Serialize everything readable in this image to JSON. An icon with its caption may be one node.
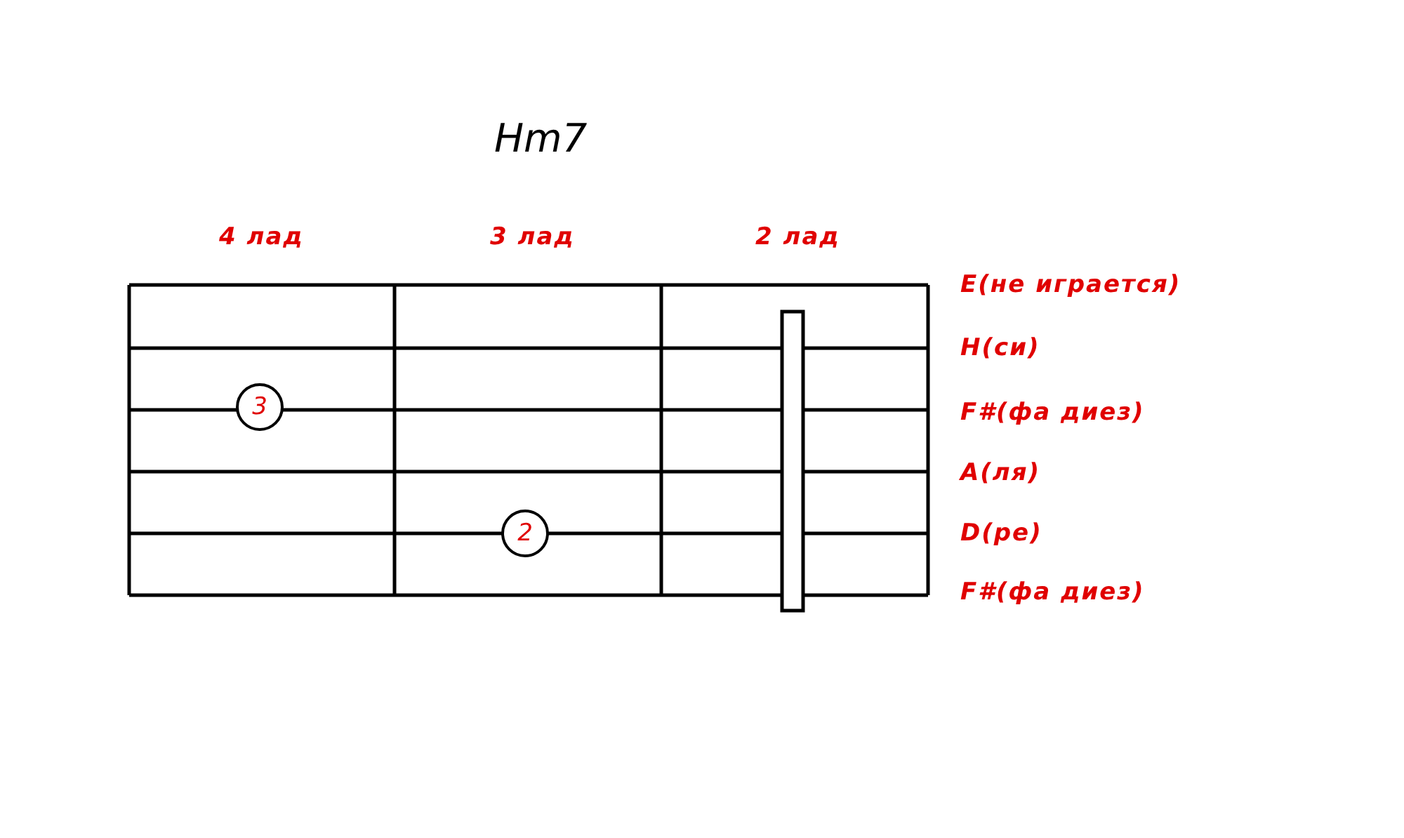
{
  "diagram": {
    "title": "Hm7",
    "nodes": [
      {
        "text": [
          "3"
        ]
      },
      {
        "text": [
          "2"
        ]
      }
    ],
    "labels": [
      "4 лад",
      "3 лад",
      "2 лад",
      "E(не играется)",
      "H(си)",
      "F#(фа диез)",
      "A(ля)",
      "D(ре)",
      "F#(фа диез)"
    ]
  }
}
